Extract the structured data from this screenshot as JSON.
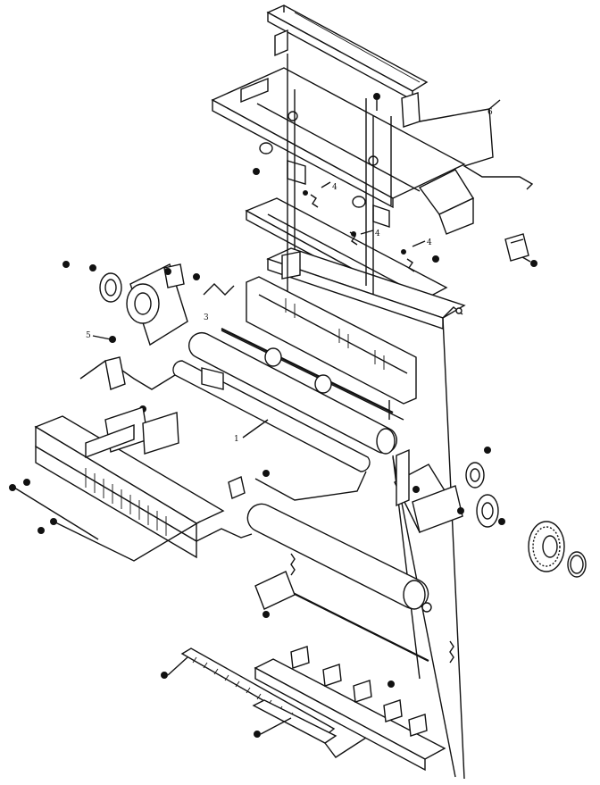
{
  "diagram": {
    "callouts": [
      {
        "id": "callout-6",
        "text": "6"
      },
      {
        "id": "callout-4a",
        "text": "4"
      },
      {
        "id": "callout-4b",
        "text": "4"
      },
      {
        "id": "callout-4c",
        "text": "4"
      },
      {
        "id": "callout-5",
        "text": "5"
      },
      {
        "id": "callout-3",
        "text": "3"
      },
      {
        "id": "callout-1",
        "text": "1"
      }
    ]
  }
}
